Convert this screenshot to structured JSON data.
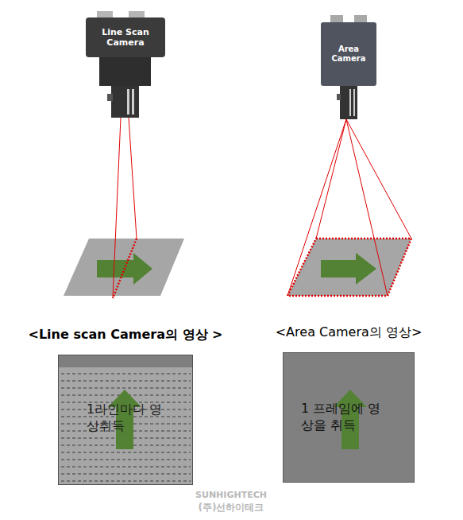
{
  "diagram": {
    "nodes": [
      {
        "text": [
          "Line Scan Camera"
        ]
      },
      {
        "text": [
          "Area Camera"
        ]
      },
      {
        "text": [
          "<Line scan Camera의 영상 >",
          "1라인마다 영상취득"
        ]
      },
      {
        "text": [
          "<Area Camera의 영상>",
          "1 프레임에 영상을 취득"
        ]
      }
    ],
    "labels": [
      "SUNHIGHTECH",
      "(주)선하이테크"
    ]
  }
}
